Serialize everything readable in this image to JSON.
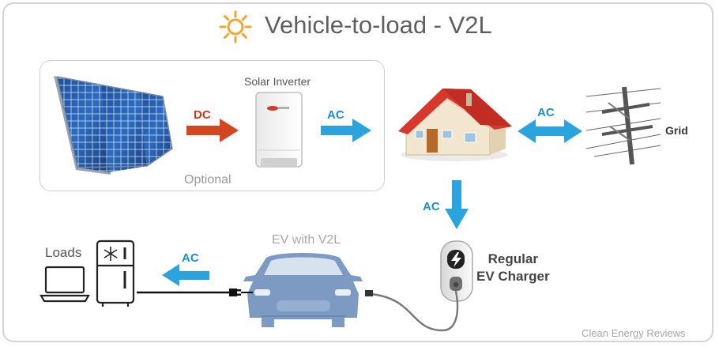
{
  "title": "Vehicle-to-load - V2L",
  "icons": [
    "sun-icon",
    "solar-panel-icon",
    "solar-inverter-icon",
    "house-icon",
    "grid-pole-icon",
    "ev-charger-icon",
    "car-icon",
    "refrigerator-icon",
    "laptop-icon"
  ],
  "labels": {
    "solar_inverter": "Solar Inverter",
    "optional": "Optional",
    "dc": "DC",
    "ac_inverter_to_house": "AC",
    "ac_house_grid": "AC",
    "ac_house_to_charger": "AC",
    "ac_car_to_loads": "AC",
    "grid": "Grid",
    "ev_with_v2l": "EV with V2L",
    "charger_line1": "Regular",
    "charger_line2": "EV Charger",
    "loads": "Loads",
    "credit": "Clean Energy Reviews"
  },
  "colors": {
    "dc_arrow": "#d2471f",
    "ac_arrow": "#2ba3dc",
    "car": "#7d9bc2",
    "roof": "#d8372b",
    "title_text": "#5f5f5f"
  }
}
